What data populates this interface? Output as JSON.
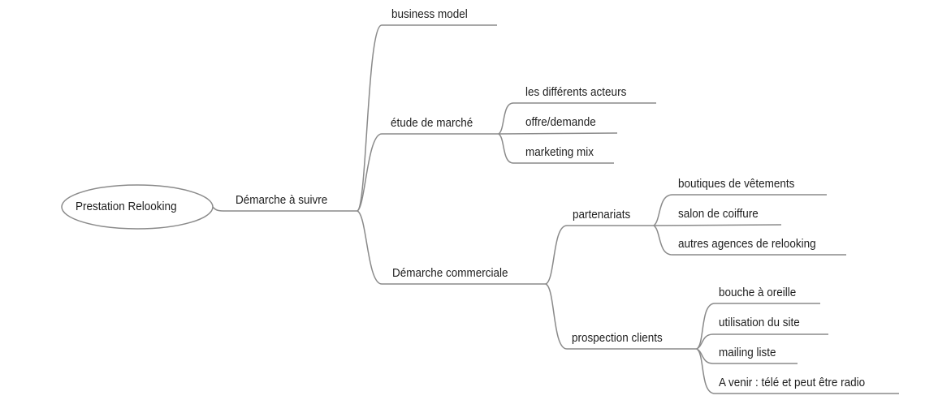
{
  "mindmap": {
    "root": {
      "label": "Prestation Relooking"
    },
    "level1": {
      "label": "Démarche à suivre"
    },
    "business_model": {
      "label": "business model"
    },
    "etude_marche": {
      "label": "étude de marché",
      "children": [
        "les différents acteurs",
        "offre/demande",
        "marketing mix"
      ]
    },
    "demarche_commerciale": {
      "label": "Démarche commerciale",
      "partenariats": {
        "label": "partenariats",
        "children": [
          "boutiques de vêtements",
          "salon de coiffure",
          "autres agences de relooking"
        ]
      },
      "prospection": {
        "label": "prospection clients",
        "children": [
          "bouche à oreille",
          "utilisation du site",
          "mailing liste",
          "A venir : télé et peut être radio"
        ]
      }
    },
    "colors": {
      "line": "#8a8a8a",
      "text": "#1e1e1e",
      "background": "#ffffff"
    }
  }
}
